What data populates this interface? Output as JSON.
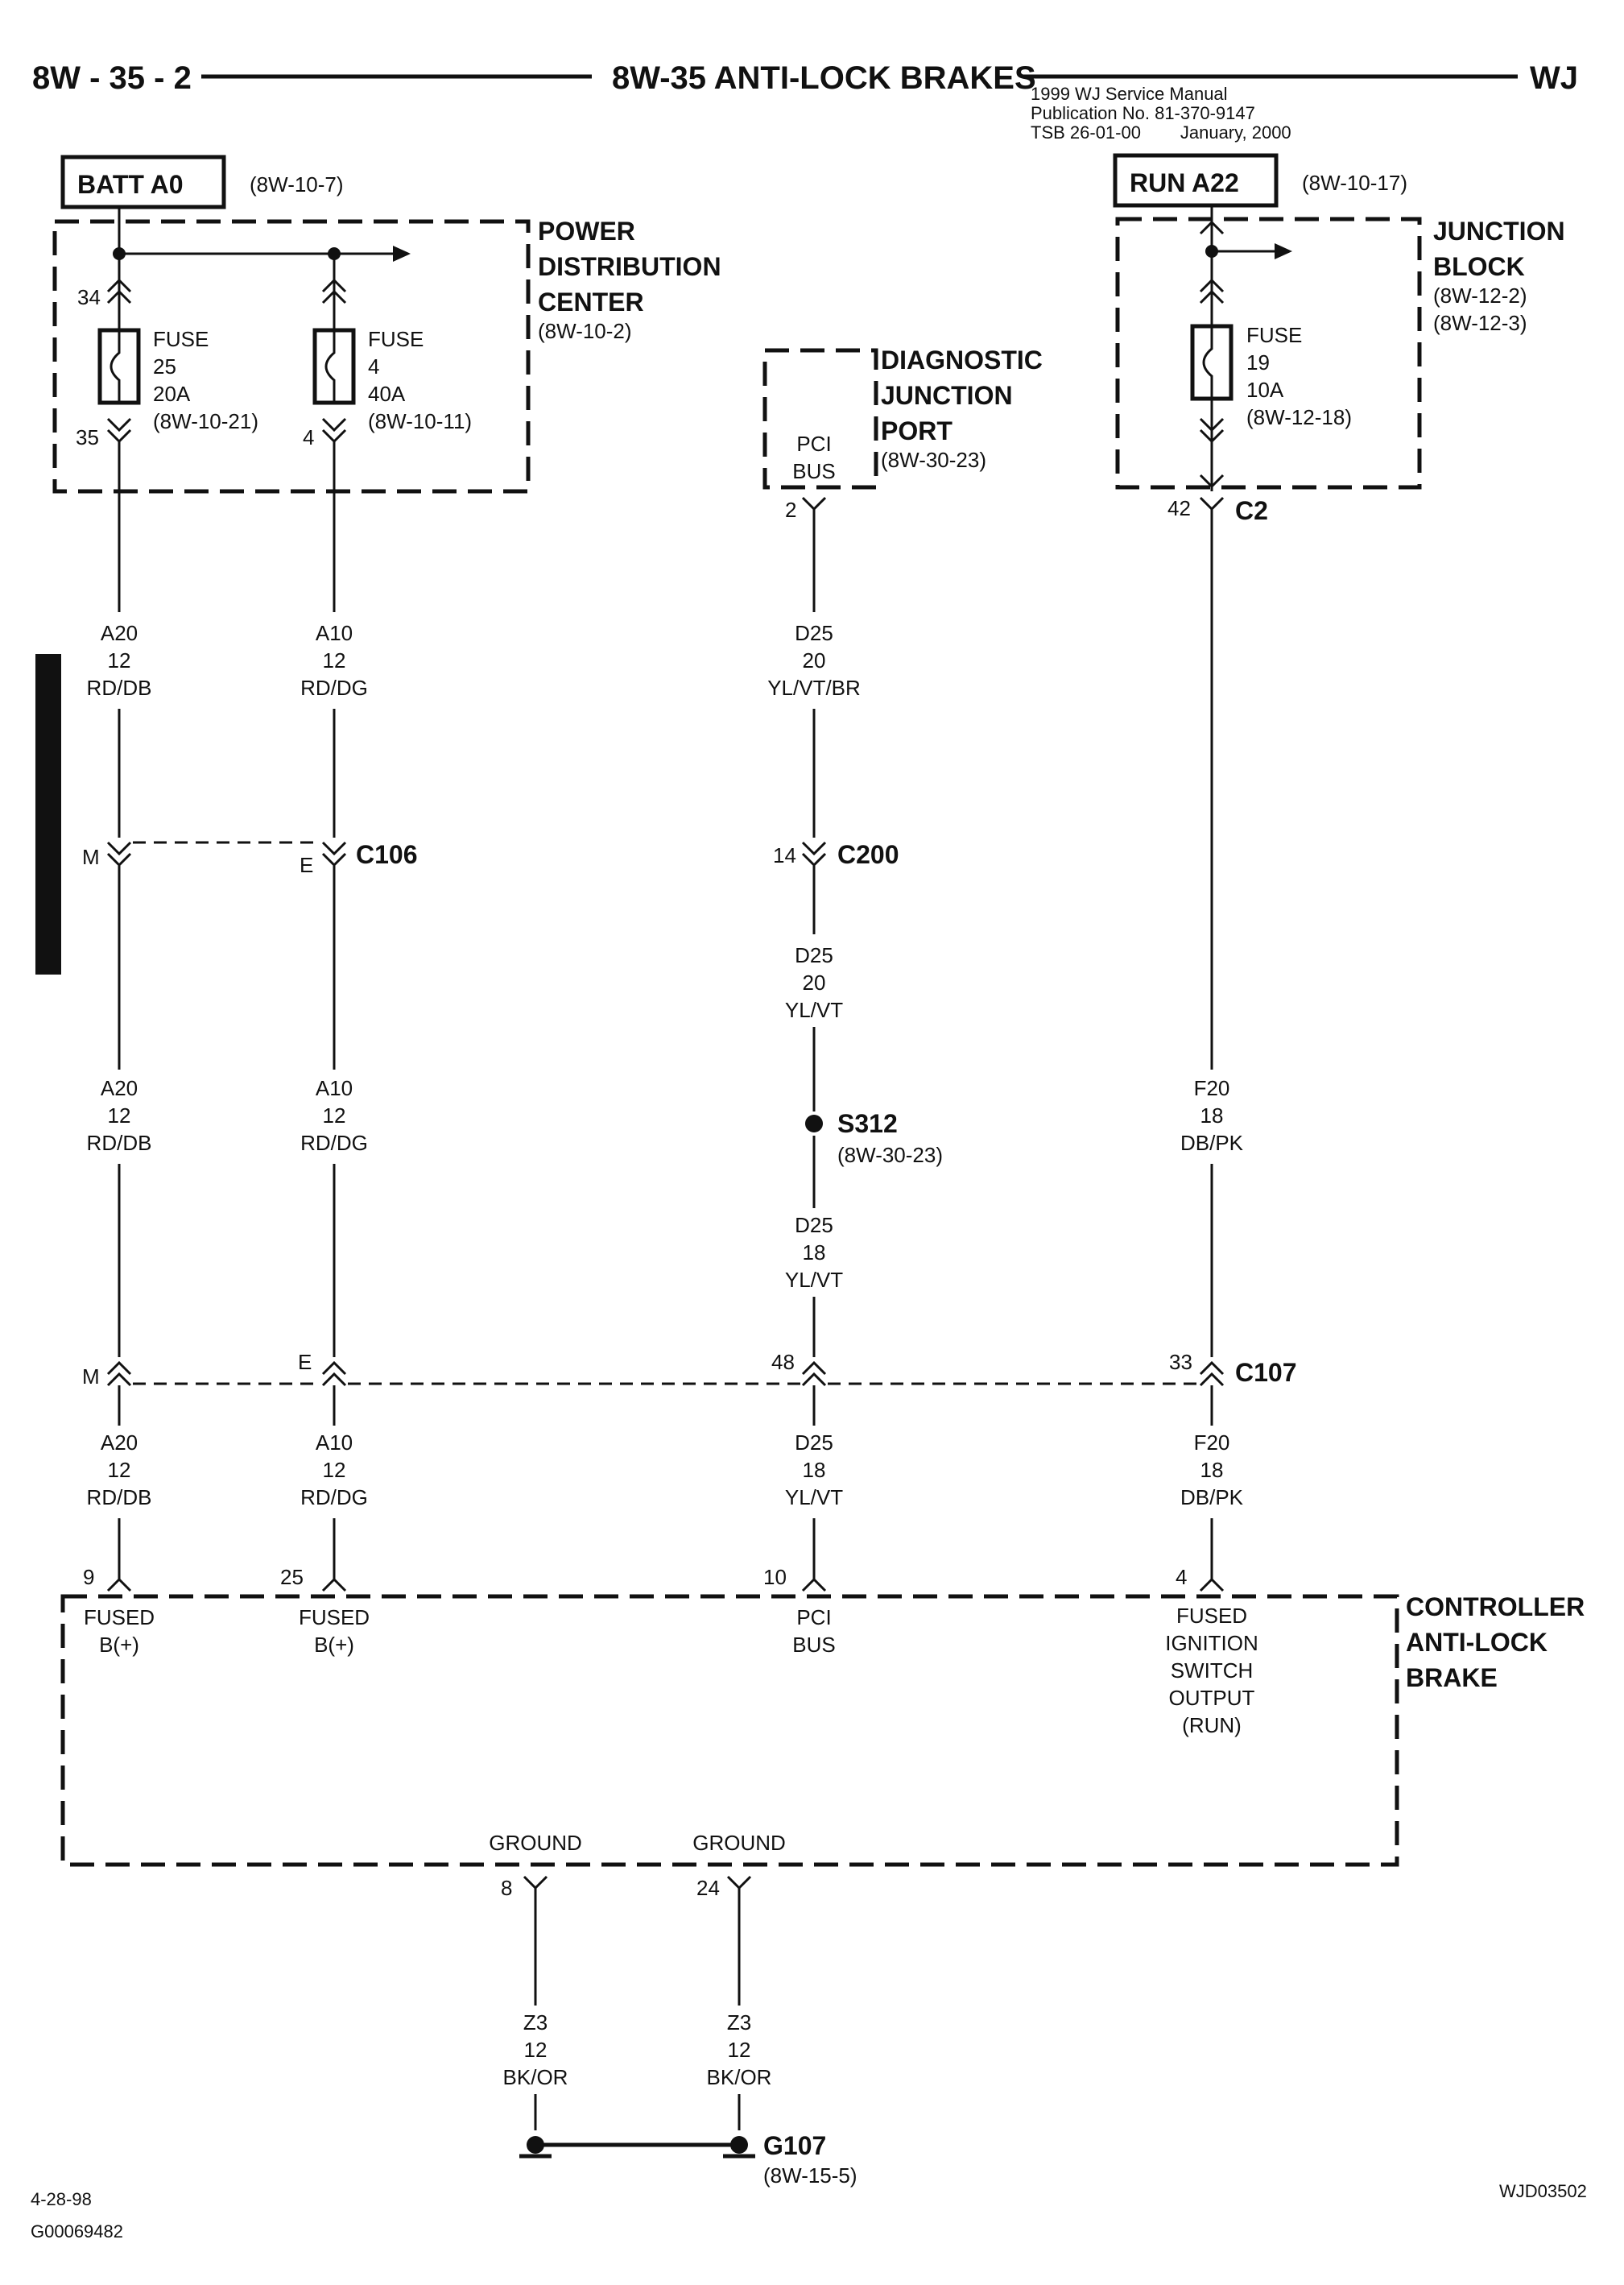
{
  "header": {
    "page": "8W - 35 - 2",
    "title": "8W-35 ANTI-LOCK BRAKES",
    "manual_line1": "1999 WJ Service Manual",
    "manual_line2": "Publication No. 81-370-9147",
    "manual_line3": "TSB 26-01-00        January, 2000",
    "model": "WJ"
  },
  "sources": {
    "batt": {
      "label": "BATT A0",
      "ref": "(8W-10-7)"
    },
    "run": {
      "label": "RUN A22",
      "ref": "(8W-10-17)"
    }
  },
  "pdc": {
    "title1": "POWER",
    "title2": "DISTRIBUTION",
    "title3": "CENTER",
    "ref": "(8W-10-2)",
    "fuse_a": {
      "in_pin": "34",
      "out_pin": "35",
      "line1": "FUSE",
      "line2": "25",
      "line3": "20A",
      "line4": "(8W-10-21)"
    },
    "fuse_b": {
      "out_pin": "4",
      "line1": "FUSE",
      "line2": "4",
      "line3": "40A",
      "line4": "(8W-10-11)"
    }
  },
  "junction_block": {
    "title1": "JUNCTION",
    "title2": "BLOCK",
    "ref1": "(8W-12-2)",
    "ref2": "(8W-12-3)",
    "fuse": {
      "line1": "FUSE",
      "line2": "19",
      "line3": "10A",
      "line4": "(8W-12-18)"
    },
    "out_pin": "42",
    "connector": "C2"
  },
  "diagnostic_port": {
    "title1": "DIAGNOSTIC",
    "title2": "JUNCTION",
    "title3": "PORT",
    "ref": "(8W-30-23)",
    "inner1": "PCI",
    "inner2": "BUS",
    "pin": "2"
  },
  "wires": {
    "a20_upper": {
      "l1": "A20",
      "l2": "12",
      "l3": "RD/DB"
    },
    "a10_upper": {
      "l1": "A10",
      "l2": "12",
      "l3": "RD/DG"
    },
    "d25_upper": {
      "l1": "D25",
      "l2": "20",
      "l3": "YL/VT/BR"
    },
    "a20_mid": {
      "l1": "A20",
      "l2": "12",
      "l3": "RD/DB"
    },
    "a10_mid": {
      "l1": "A10",
      "l2": "12",
      "l3": "RD/DG"
    },
    "d25_mid1": {
      "l1": "D25",
      "l2": "20",
      "l3": "YL/VT"
    },
    "d25_mid2": {
      "l1": "D25",
      "l2": "18",
      "l3": "YL/VT"
    },
    "f20_mid": {
      "l1": "F20",
      "l2": "18",
      "l3": "DB/PK"
    },
    "a20_low": {
      "l1": "A20",
      "l2": "12",
      "l3": "RD/DB"
    },
    "a10_low": {
      "l1": "A10",
      "l2": "12",
      "l3": "RD/DG"
    },
    "d25_low": {
      "l1": "D25",
      "l2": "18",
      "l3": "YL/VT"
    },
    "f20_low": {
      "l1": "F20",
      "l2": "18",
      "l3": "DB/PK"
    },
    "z3_left": {
      "l1": "Z3",
      "l2": "12",
      "l3": "BK/OR"
    },
    "z3_right": {
      "l1": "Z3",
      "l2": "12",
      "l3": "BK/OR"
    }
  },
  "connectors": {
    "c106": {
      "name": "C106",
      "pin_left": "M",
      "pin_right": "E"
    },
    "c200": {
      "name": "C200",
      "pin": "14"
    },
    "c107": {
      "name": "C107",
      "pin_m": "M",
      "pin_e": "E",
      "pin_48": "48",
      "pin_33": "33"
    }
  },
  "splice": {
    "name": "S312",
    "ref": "(8W-30-23)"
  },
  "controller": {
    "title1": "CONTROLLER",
    "title2": "ANTI-LOCK",
    "title3": "BRAKE",
    "pins": [
      {
        "num": "9",
        "l1": "FUSED",
        "l2": "B(+)"
      },
      {
        "num": "25",
        "l1": "FUSED",
        "l2": "B(+)"
      },
      {
        "num": "10",
        "l1": "PCI",
        "l2": "BUS"
      },
      {
        "num": "4",
        "l1": "FUSED",
        "l2": "IGNITION",
        "l3": "SWITCH",
        "l4": "OUTPUT",
        "l5": "(RUN)"
      }
    ],
    "grounds": [
      {
        "num": "8",
        "label": "GROUND"
      },
      {
        "num": "24",
        "label": "GROUND"
      }
    ]
  },
  "ground": {
    "name": "G107",
    "ref": "(8W-15-5)"
  },
  "footer": {
    "date": "4-28-98",
    "code": "G00069482",
    "drawing_id": "WJD03502"
  }
}
